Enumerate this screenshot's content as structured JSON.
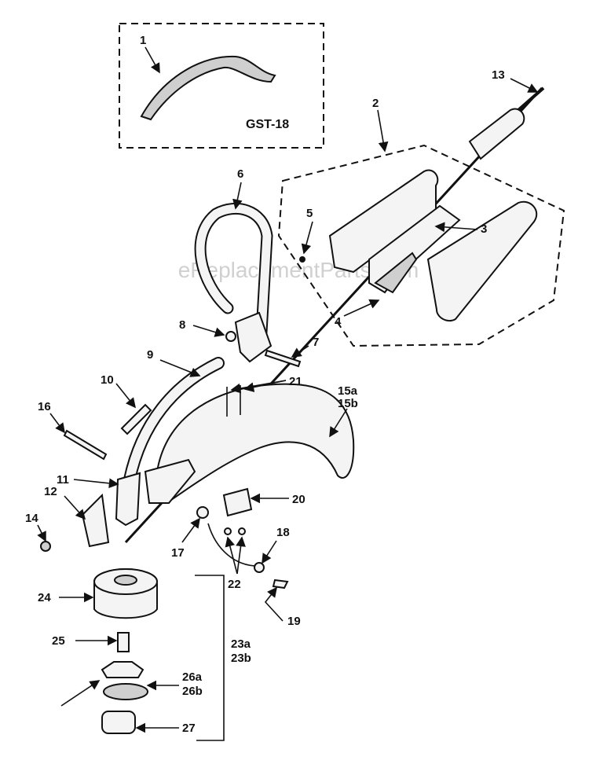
{
  "model": "GST-18",
  "watermark": "eReplacementParts.com",
  "callouts": [
    "1",
    "2",
    "3",
    "4",
    "5",
    "6",
    "7",
    "8",
    "9",
    "10",
    "11",
    "12",
    "13",
    "14",
    "15a",
    "15b",
    "16",
    "17",
    "18",
    "19",
    "20",
    "21",
    "22",
    "23a",
    "23b",
    "24",
    "25",
    "26a",
    "26b",
    "27"
  ]
}
